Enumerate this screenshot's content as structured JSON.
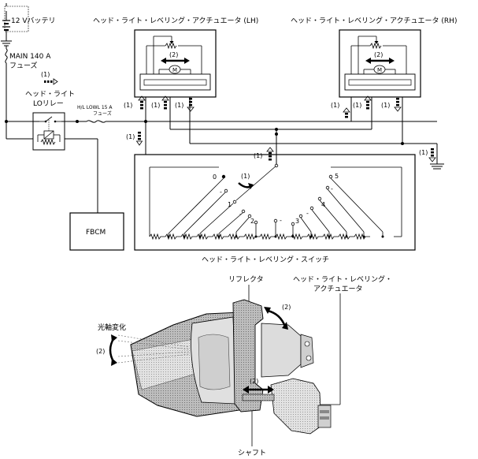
{
  "battery": {
    "label": "12 Vバッテリ"
  },
  "main_fuse": {
    "line1": "MAIN 140 A",
    "line2": "フューズ"
  },
  "relay": {
    "line1": "ヘッド・ライト",
    "line2": "LOリレー"
  },
  "hl_fuse": {
    "line1": "H/L LOWL 15 A",
    "line2": "フューズ"
  },
  "actuator_lh": {
    "title": "ヘッド・ライト・レベリング・アクチュエータ (LH)"
  },
  "actuator_rh": {
    "title": "ヘッド・ライト・レベリング・アクチュエータ (RH)"
  },
  "fbcm": {
    "label": "FBCM"
  },
  "switch": {
    "title": "ヘッド・ライト・レベリング・スイッチ",
    "positions": [
      "0",
      "-",
      "1",
      "-",
      "2",
      "-",
      "3",
      "-",
      "4",
      "-",
      "5"
    ]
  },
  "callouts": {
    "c1": "(1)",
    "c2": "(2)",
    "motor": "M"
  },
  "illustration": {
    "reflector": "リフレクタ",
    "actuator_line1": "ヘッド・ライト・レベリング・",
    "actuator_line2": "アクチュエータ",
    "optical_axis": "光軸変化",
    "shaft": "シャフト"
  }
}
